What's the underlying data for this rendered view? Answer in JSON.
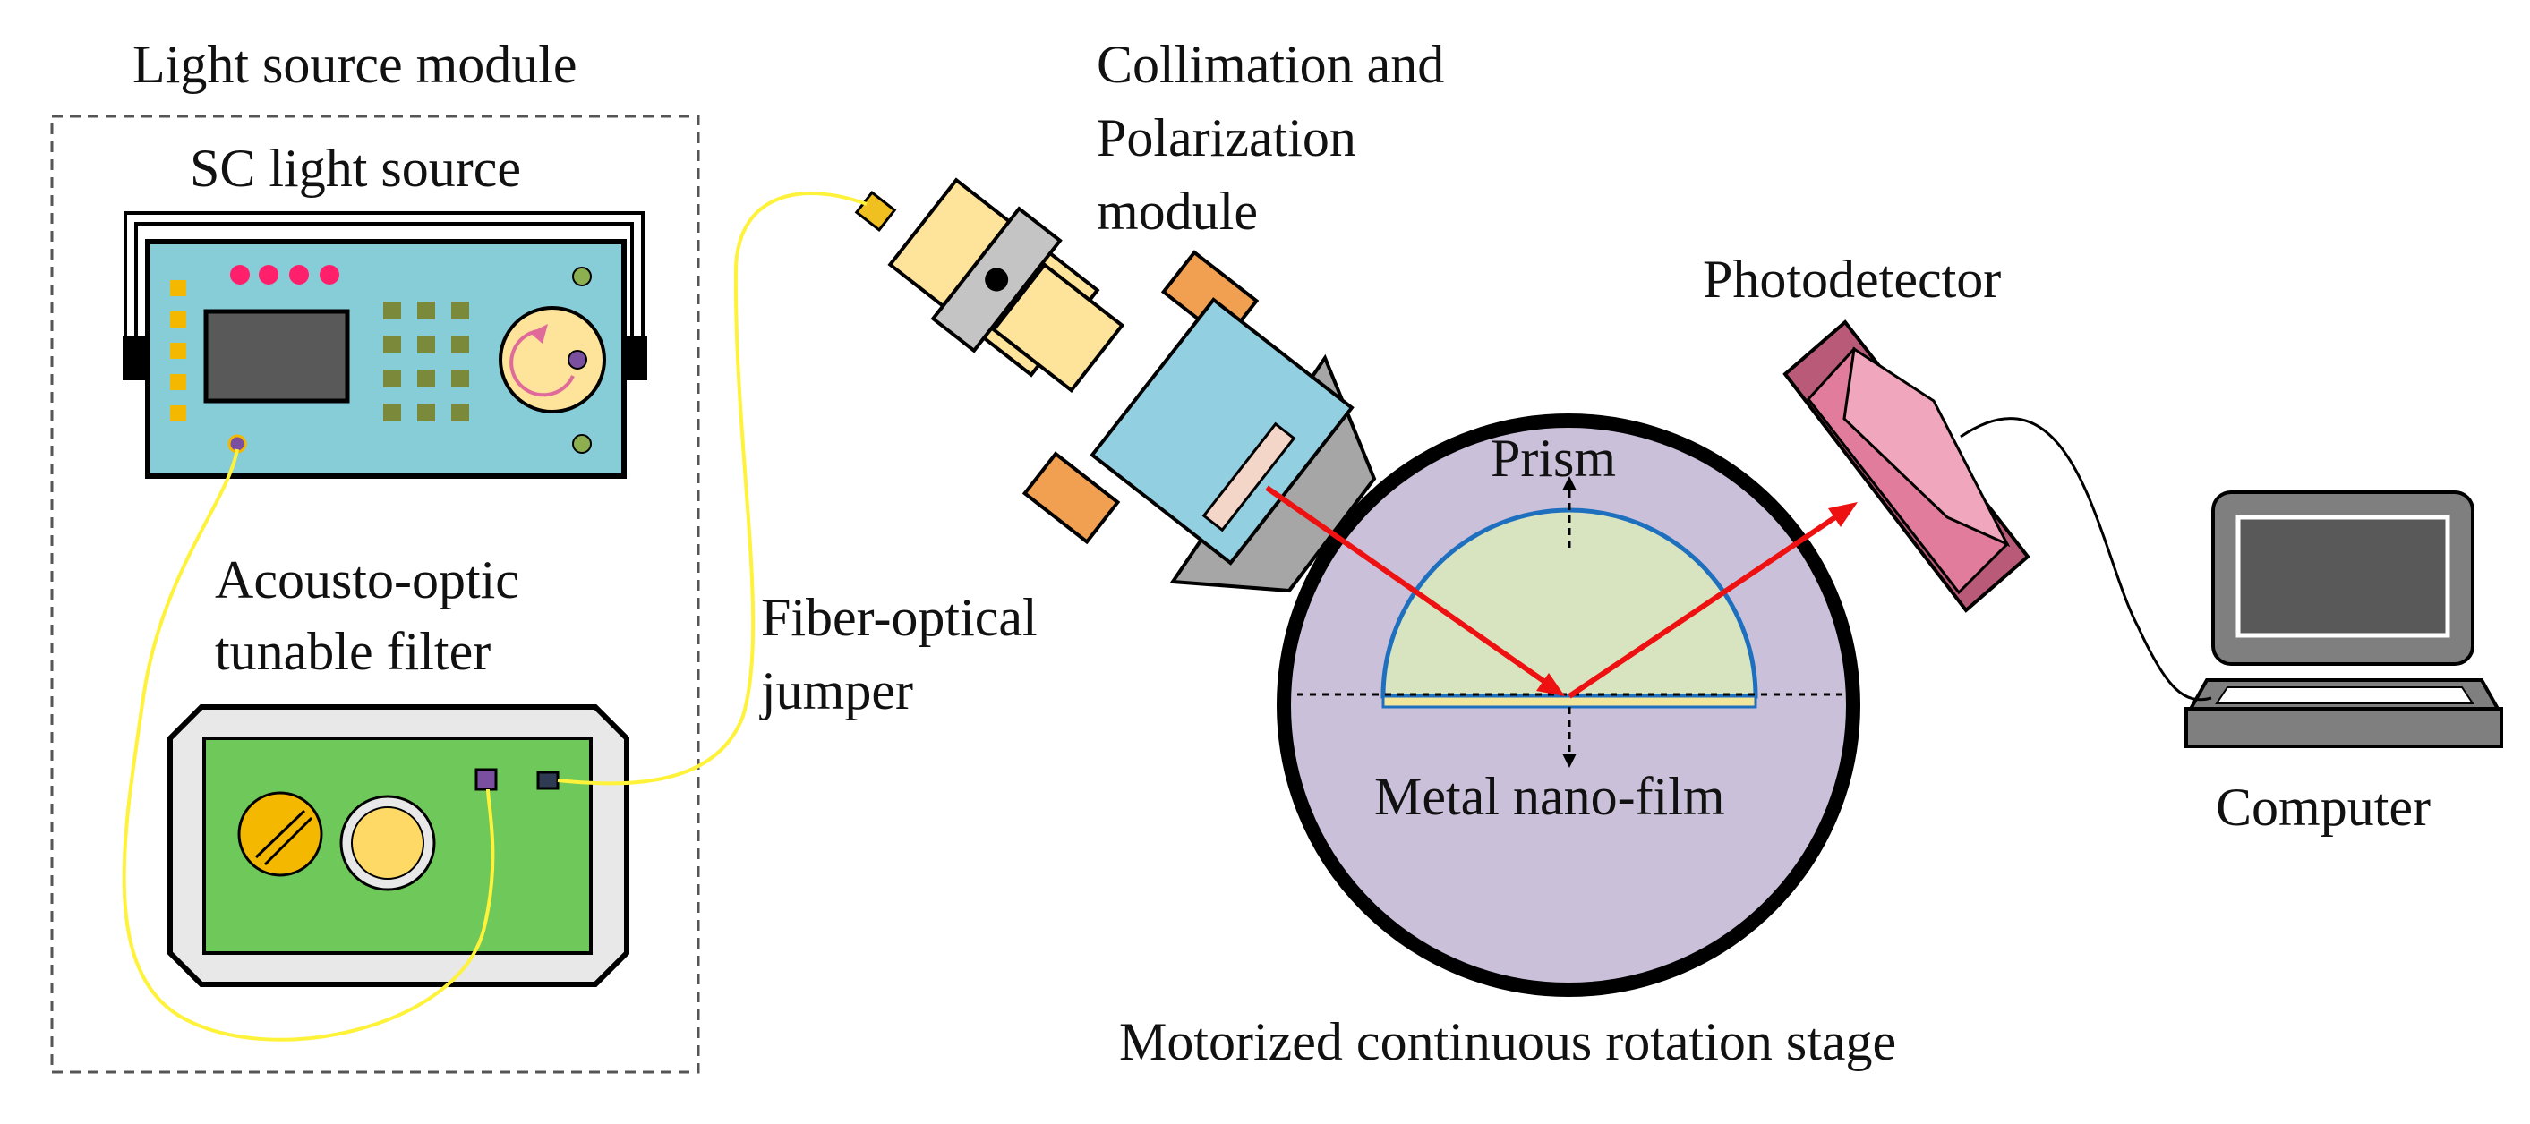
{
  "labels": {
    "light_source_module": "Light source module",
    "sc_light_source": "SC light source",
    "aotf_line1": "Acousto-optic",
    "aotf_line2": "tunable filter",
    "fiber_line1": "Fiber-optical",
    "fiber_line2": "jumper",
    "collimation_line1": "Collimation and",
    "collimation_line2": "Polarization",
    "collimation_line3": "module",
    "photodetector": "Photodetector",
    "prism": "Prism",
    "metal_film": "Metal nano-film",
    "rotation_stage": "Motorized continuous rotation stage",
    "computer": "Computer"
  },
  "colors": {
    "device_blue": "#86cdd8",
    "fiber_yellow": "#fff23a",
    "laser_red": "#ee1111",
    "stage_purple": "#cbc0da",
    "prism_green": "#d8e4c0",
    "prism_edge": "#1f6fbf",
    "filter_green": "#6fc95a",
    "detector_pink": "#e27c9c",
    "collimator_yellow": "#fde49a",
    "module_blue": "#92cfe0",
    "orange_block": "#f0a050",
    "buttons_pink": "#ff1f6a",
    "grid_olive": "#7a8a3a"
  },
  "icons": [
    "sc-light-source-icon",
    "aotf-icon",
    "collimator-icon",
    "rotation-stage-icon",
    "prism-icon",
    "photodetector-icon",
    "computer-icon"
  ]
}
